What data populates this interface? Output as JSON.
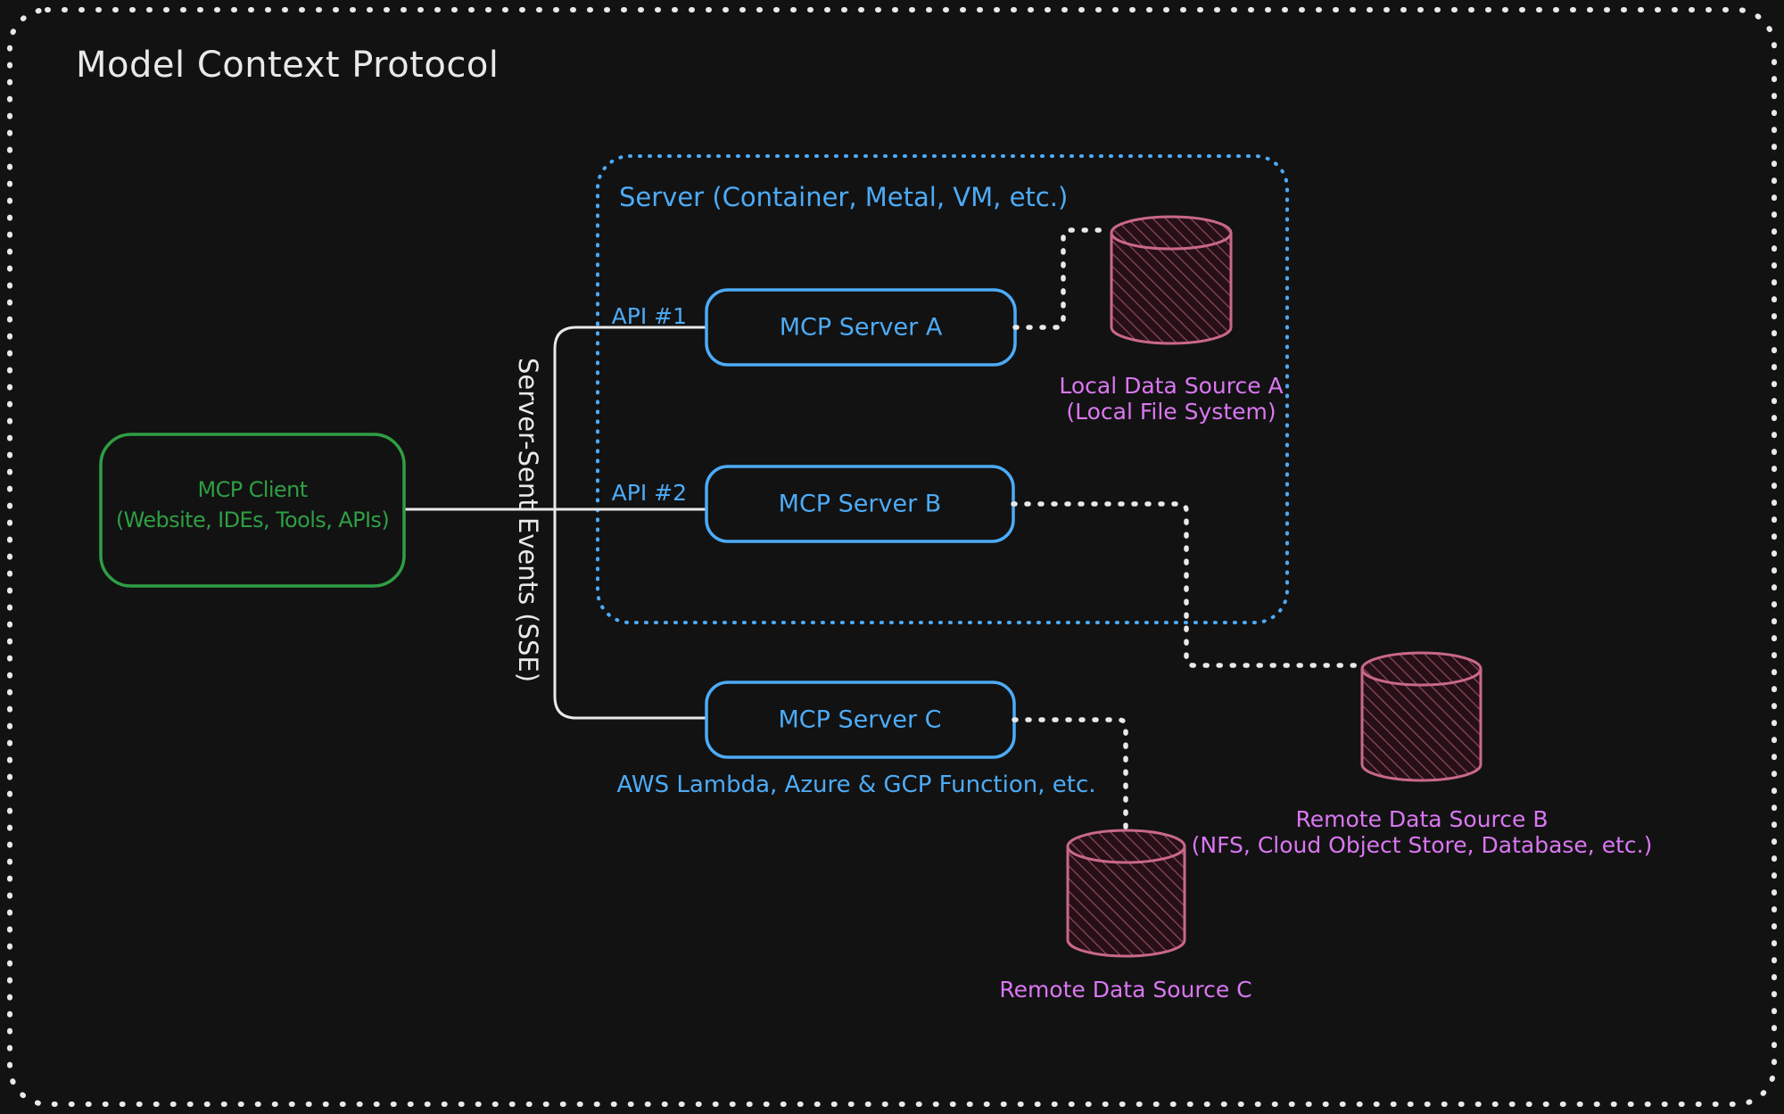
{
  "title": "Model Context Protocol",
  "server_container": {
    "label": "Server (Container, Metal, VM, etc.)"
  },
  "client": {
    "line1": "MCP Client",
    "line2": "(Website, IDEs, Tools, APIs)"
  },
  "sse": {
    "label": "Server-Sent Events (SSE)"
  },
  "apis": {
    "api1": "API #1",
    "api2": "API #2"
  },
  "servers": {
    "a": "MCP Server A",
    "b": "MCP Server B",
    "c": "MCP Server C",
    "c_note": "AWS Lambda, Azure & GCP Function, etc."
  },
  "data_sources": {
    "a": {
      "line1": "Local Data Source A",
      "line2": "(Local File System)"
    },
    "b": {
      "line1": "Remote Data Source B",
      "line2": "(NFS, Cloud Object Store, Database, etc.)"
    },
    "c": {
      "line1": "Remote Data Source C"
    }
  },
  "colors": {
    "background": "#121212",
    "light": "#e9e9e9",
    "blue": "#4dabf7",
    "green": "#2f9e44",
    "violet": "#da77f2",
    "rose": "#c9688a",
    "cylinder_fill": "#261016"
  }
}
